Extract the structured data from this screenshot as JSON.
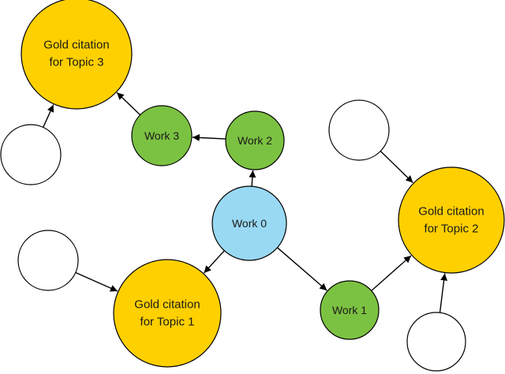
{
  "nodes": {
    "gold3": {
      "lines": [
        "Gold citation",
        "for Topic 3"
      ],
      "color": "#ffd000"
    },
    "gold2": {
      "lines": [
        "Gold citation",
        "for Topic 2"
      ],
      "color": "#ffd000"
    },
    "gold1": {
      "lines": [
        "Gold citation",
        "for Topic 1"
      ],
      "color": "#ffd000"
    },
    "work0": {
      "lines": [
        "Work 0"
      ],
      "color": "#99d9f3"
    },
    "work1": {
      "lines": [
        "Work 1"
      ],
      "color": "#7cc242"
    },
    "work2": {
      "lines": [
        "Work 2"
      ],
      "color": "#7cc242"
    },
    "work3": {
      "lines": [
        "Work 3"
      ],
      "color": "#7cc242"
    },
    "empty_a": {
      "lines": [],
      "color": "#ffffff"
    },
    "empty_b": {
      "lines": [],
      "color": "#ffffff"
    },
    "empty_c": {
      "lines": [],
      "color": "#ffffff"
    },
    "empty_d": {
      "lines": [],
      "color": "#ffffff"
    }
  },
  "edges": [
    {
      "from": "work0",
      "to": "work2"
    },
    {
      "from": "work0",
      "to": "gold1"
    },
    {
      "from": "work0",
      "to": "work1"
    },
    {
      "from": "work2",
      "to": "work3"
    },
    {
      "from": "work3",
      "to": "gold3"
    },
    {
      "from": "work1",
      "to": "gold2"
    },
    {
      "from": "empty_a",
      "to": "gold3"
    },
    {
      "from": "empty_c",
      "to": "gold1"
    },
    {
      "from": "empty_b",
      "to": "gold2"
    },
    {
      "from": "empty_d",
      "to": "gold2"
    }
  ]
}
